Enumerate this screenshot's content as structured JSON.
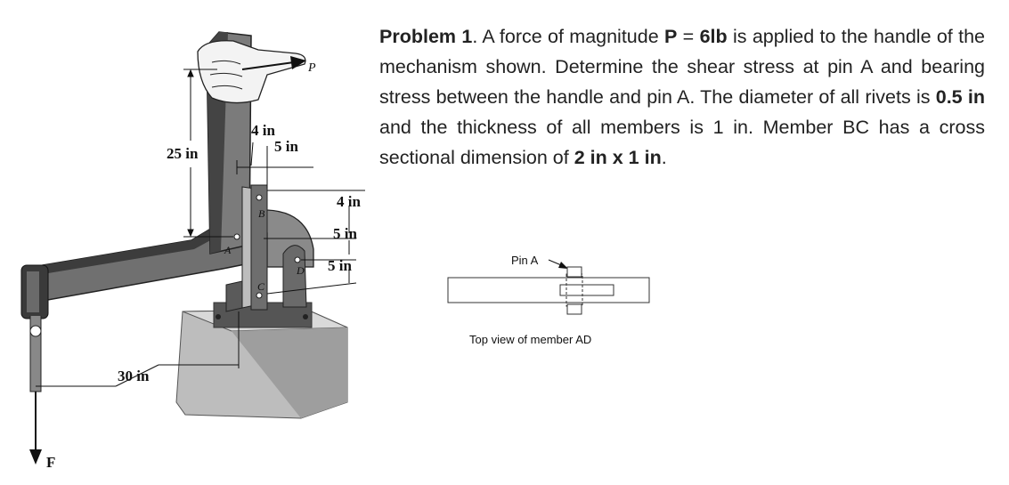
{
  "figure": {
    "labels": {
      "p": "P",
      "f": "F",
      "dim_25": "25 in",
      "dim_30": "30 in",
      "dim_4_top": "4 in",
      "dim_5_top": "5 in",
      "dim_4_right": "4 in",
      "dim_5_right_a": "5 in",
      "dim_5_right_b": "5 in",
      "pin_a": "A",
      "pin_b": "B",
      "pin_c": "C",
      "pin_d": "D"
    }
  },
  "problem": {
    "prefix": "Problem 1",
    "t1": ". A force of magnitude ",
    "p_value": "P",
    "t2": " = ",
    "p_mag": "6lb",
    "t3": " is applied to the handle of the mechanism shown. Determine the shear stress at pin A and bearing stress between the handle and pin A. The diameter of all rivets is ",
    "rivet_d": "0.5 in",
    "t4": " and the thickness of all members is 1 in. Member BC has a cross sectional dimension of ",
    "bc_dim": "2 in x 1 in",
    "t5": "."
  },
  "topview": {
    "pin_label": "Pin A",
    "caption": "Top view of member AD"
  }
}
